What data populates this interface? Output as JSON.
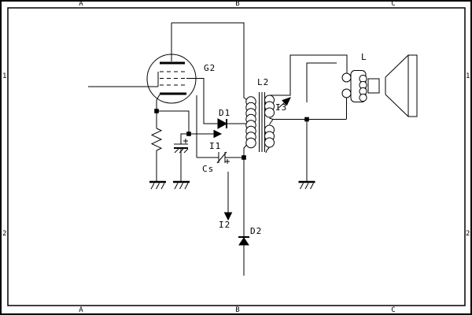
{
  "frame": {
    "top": [
      "A",
      "B",
      "C"
    ],
    "bottom": [
      "A",
      "B",
      "C"
    ],
    "left": [
      "1",
      "2"
    ],
    "right": [
      "1",
      "2"
    ]
  },
  "schematic": {
    "labels": {
      "g2": "G2",
      "l2": "L2",
      "d1": "D1",
      "i1": "I1",
      "cs": "Cs",
      "i2": "I2",
      "d2": "D2",
      "i3": "I3",
      "l": "L"
    },
    "colors": {
      "ink": "#000000",
      "paper": "#ffffff"
    }
  }
}
